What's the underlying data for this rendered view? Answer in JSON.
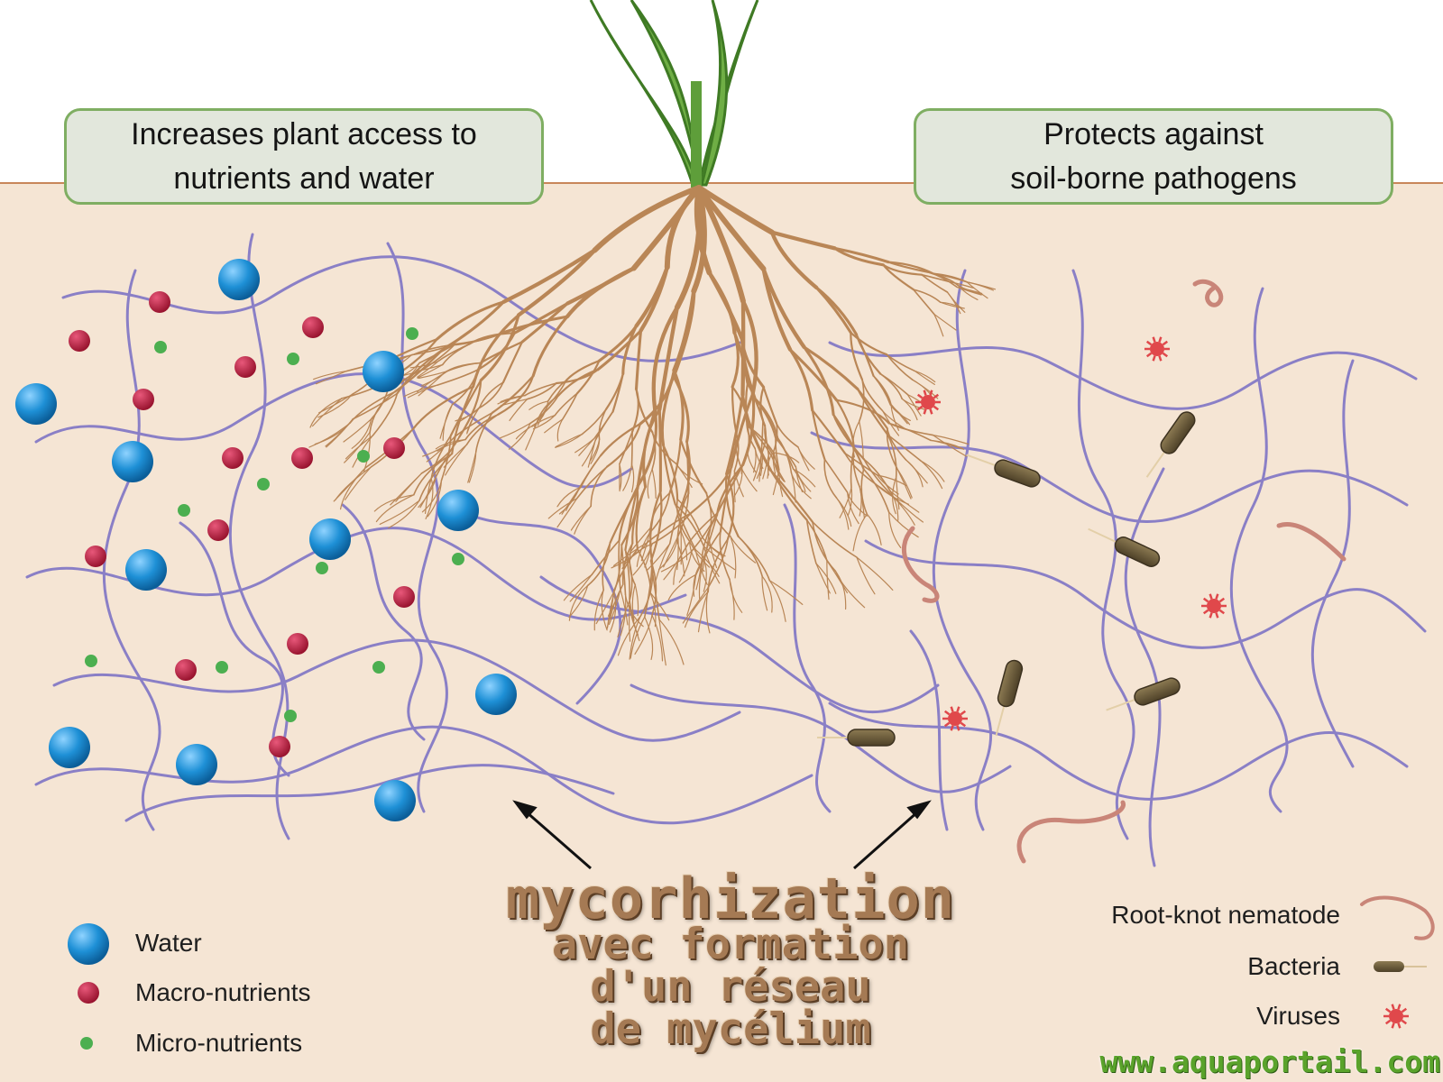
{
  "callouts": {
    "left": [
      "Increases plant access to",
      "nutrients and water"
    ],
    "right": [
      "Protects against",
      "soil-borne pathogens"
    ]
  },
  "title": {
    "line1": "mycorhization",
    "line2": "avec formation",
    "line3": "d'un réseau",
    "line4": "de mycélium"
  },
  "legend_left": [
    {
      "label": "Water",
      "icon": "water-droplet-icon",
      "color": "#1e90d6"
    },
    {
      "label": "Macro-nutrients",
      "icon": "macro-nutrient-icon",
      "color": "#b51f3c"
    },
    {
      "label": "Micro-nutrients",
      "icon": "micro-nutrient-icon",
      "color": "#4caf50"
    }
  ],
  "legend_right": [
    {
      "label": "Root-knot nematode",
      "icon": "nematode-icon",
      "color": "#c98578"
    },
    {
      "label": "Bacteria",
      "icon": "bacteria-icon",
      "color": "#6b5a3a"
    },
    {
      "label": "Viruses",
      "icon": "virus-icon",
      "color": "#e0484b"
    }
  ],
  "watermark": "www.aquaportail.com",
  "colors": {
    "soil": "#f5e5d4",
    "soil_line": "#c8865a",
    "hyphae": "#8a7fc6",
    "root": "#b98656",
    "leaf": "#5e9e3a",
    "callout_fill": "#e2e7dc",
    "callout_border": "#7fae62"
  }
}
